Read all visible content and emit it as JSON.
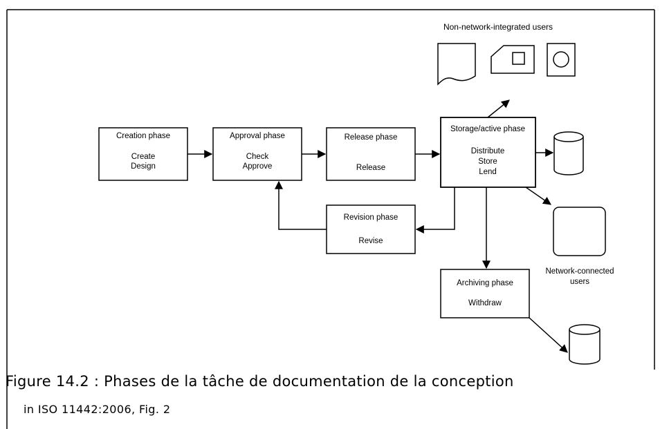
{
  "diagram": {
    "top_label": "Non-network-integrated users",
    "network_label_line1": "Network-connected",
    "network_label_line2": "users",
    "boxes": {
      "creation": {
        "title": "Creation phase",
        "line1": "Create",
        "line2": "Design"
      },
      "approval": {
        "title": "Approval phase",
        "line1": "Check",
        "line2": "Approve"
      },
      "release": {
        "title": "Release phase",
        "line1": "Release"
      },
      "storage": {
        "title": "Storage/active phase",
        "line1": "Distribute",
        "line2": "Store",
        "line3": "Lend"
      },
      "revision": {
        "title": "Revision phase",
        "line1": "Revise"
      },
      "archiving": {
        "title": "Archiving phase",
        "line1": "Withdraw"
      }
    },
    "icons": [
      "document-icon",
      "card-icon",
      "disc-icon",
      "database-icon",
      "monitor-icon",
      "archive-database-icon"
    ]
  },
  "caption": {
    "title": "Figure 14.2 : Phases de la tâche de documentation de la conception",
    "source": "in ISO 11442:2006, Fig. 2"
  }
}
